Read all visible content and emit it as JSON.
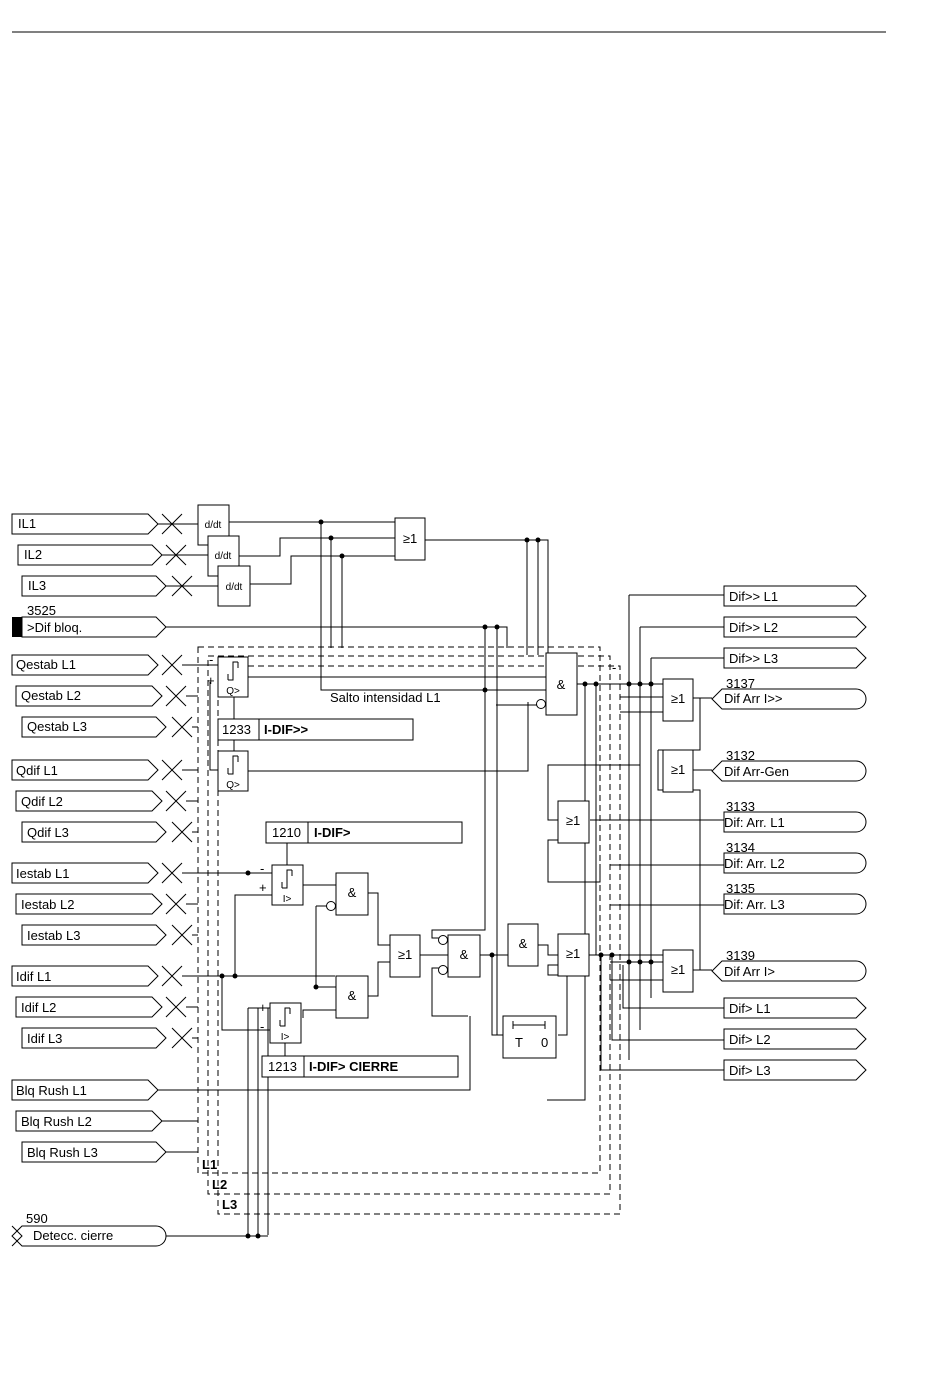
{
  "inputs": {
    "il1": "IL1",
    "il2": "IL2",
    "il3": "IL3",
    "blk_num": "3525",
    "blk": ">Dif bloq.",
    "qestab1": "Qestab L1",
    "qestab2": "Qestab L2",
    "qestab3": "Qestab L3",
    "qdif1": "Qdif L1",
    "qdif2": "Qdif L2",
    "qdif3": "Qdif L3",
    "iestab1": "Iestab L1",
    "iestab2": "Iestab L2",
    "iestab3": "Iestab L3",
    "idif1": "Idif L1",
    "idif2": "Idif L2",
    "idif3": "Idif L3",
    "rush1": "Blq Rush L1",
    "rush2": "Blq Rush L2",
    "rush3": "Blq Rush L3",
    "close_num": "590",
    "close": "Detecc. cierre"
  },
  "blocks": {
    "ddt": "d/dt",
    "or": "≥1",
    "and": "&",
    "q_gt": "Q>",
    "i_gt": "I>",
    "minus": "-",
    "plus": "+",
    "timer_t": "T",
    "timer_0": "0",
    "salto": "Salto intensidad L1",
    "p1233_num": "1233",
    "p1233": "I-DIF>>",
    "p1210_num": "1210",
    "p1210": "I-DIF>",
    "p1213_num": "1213",
    "p1213": "I-DIF> CIERRE",
    "phase1": "L1",
    "phase2": "L2",
    "phase3": "L3"
  },
  "outputs": {
    "difhh1": "Dif>> L1",
    "difhh2": "Dif>> L2",
    "difhh3": "Dif>> L3",
    "arrhh_num": "3137",
    "arrhh": "Dif Arr I>>",
    "gen_num": "3132",
    "gen": "Dif Arr-Gen",
    "arr1_num": "3133",
    "arr1": "Dif: Arr. L1",
    "arr2_num": "3134",
    "arr2": "Dif: Arr. L2",
    "arr3_num": "3135",
    "arr3": "Dif: Arr. L3",
    "arrh_num": "3139",
    "arrh": "Dif Arr I>",
    "difh1": "Dif> L1",
    "difh2": "Dif> L2",
    "difh3": "Dif> L3"
  }
}
